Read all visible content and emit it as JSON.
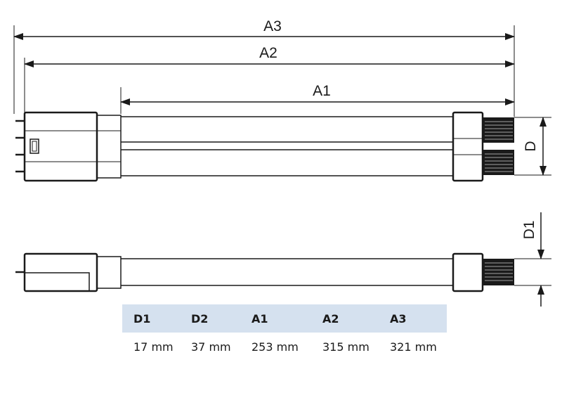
{
  "diagram": {
    "top_view_dimensions": [
      {
        "label": "A3",
        "name": "dimension-a3"
      },
      {
        "label": "A2",
        "name": "dimension-a2"
      },
      {
        "label": "A1",
        "name": "dimension-a1"
      },
      {
        "label": "D",
        "name": "dimension-d"
      }
    ],
    "side_view_dimensions": [
      {
        "label": "D1",
        "name": "dimension-d1"
      }
    ]
  },
  "table": {
    "headers": [
      "D1",
      "D2",
      "A1",
      "A2",
      "A3"
    ],
    "values": [
      "17 mm",
      "37 mm",
      "253 mm",
      "315 mm",
      "321 mm"
    ]
  },
  "colors": {
    "header_bg": "#d5e1ef",
    "line": "#1a1a1a"
  }
}
